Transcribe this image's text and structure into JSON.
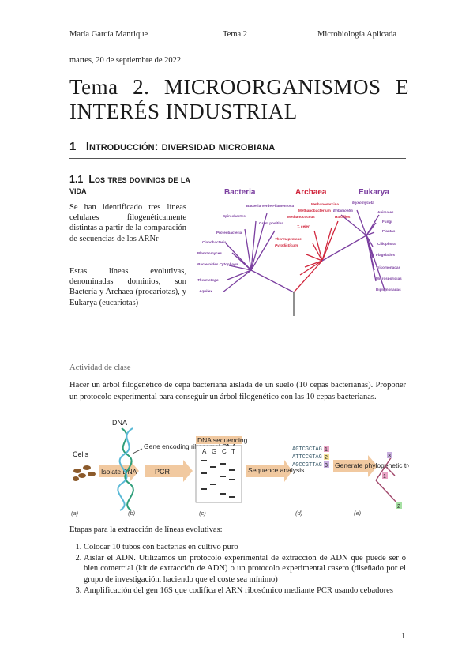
{
  "header": {
    "author": "María García Manrique",
    "topic": "Tema 2",
    "course": "Microbiología Aplicada"
  },
  "date": "martes, 20 de septiembre de 2022",
  "title": "Tema 2. MICROORGANISMOS E INTERÉS INDUSTRIAL",
  "section1": {
    "number": "1",
    "title": "Introducción: diversidad microbiana"
  },
  "section1_1": {
    "number": "1.1",
    "title": "Los tres dominios de la vida",
    "para1": "Se han identificado tres líneas celulares filogenéticamente distintas a partir de la comparación de secuencias de los ARNr",
    "para2": "Estas líneas evolutivas, denominadas dominios, son Bacteria y Archaea (procariotas), y Eukarya (eucariotas)"
  },
  "tree": {
    "domains": [
      "Bacteria",
      "Archaea",
      "Eukarya"
    ],
    "bacteria": [
      "Bacteria Verde Filamentosa",
      "Spirochaetes",
      "Gram positiva",
      "Proteobacteria",
      "Cianobacteria",
      "Planctomyces",
      "Bacteroides Cytophaga",
      "Thermotoga",
      "Aquifex"
    ],
    "archaea": [
      "Methanosarcina",
      "Methanobacterium",
      "Halófilos",
      "Methanococcus",
      "T. celer",
      "Thermoproteus",
      "Pyrodicticum"
    ],
    "eukarya": [
      "Myxomycota",
      "Entamoeba",
      "Animales",
      "Fungi",
      "Plantas",
      "Ciliophora",
      "Flagelados",
      "Tricomonadas",
      "Microsporidias",
      "Diplomonadas"
    ],
    "colors": {
      "bacteria": "#7b3fa0",
      "archaea": "#d0243b",
      "eukarya": "#7b3fa0"
    }
  },
  "activity": {
    "label": "Actividad de clase",
    "text": "Hacer un árbol filogenético de cepa bacteriana aislada de un suelo (10 cepas bacterianas). Proponer un protocolo experimental para conseguir un árbol filogenético con las 10 cepas bacterianas."
  },
  "diagram": {
    "cells": "Cells",
    "dna": "DNA",
    "gene": "Gene encoding ribosomal RNA",
    "isolate": "Isolate DNA",
    "pcr": "PCR",
    "sequencing": "DNA sequencing",
    "bases": [
      "A",
      "G",
      "C",
      "T"
    ],
    "analysis": "Sequence analysis",
    "generate": "Generate phylogenetic tree",
    "sequences": [
      "AGTCGCTAG",
      "ATTCCGTAG",
      "AGCCGTTAG"
    ],
    "seq_nums": [
      "1",
      "2",
      "3"
    ],
    "steps": [
      "(a)",
      "(b)",
      "(c)",
      "(d)",
      "(e)"
    ],
    "tree_nums": [
      "3",
      "1",
      "2"
    ]
  },
  "steps_intro": "Etapas para la extracción de líneas evolutivas:",
  "steps": [
    "Colocar 10 tubos con bacterias en cultivo puro",
    "Aislar el ADN. Utilizamos un protocolo experimental de extracción de ADN que puede ser o bien comercial (kit de extracción de ADN) o un protocolo experimental casero (diseñado por el grupo de investigación, haciendo que el coste sea mínimo)",
    "Amplificación del gen 16S que codifica el ARN ribosómico mediante PCR usando cebadores"
  ],
  "page_number": "1"
}
